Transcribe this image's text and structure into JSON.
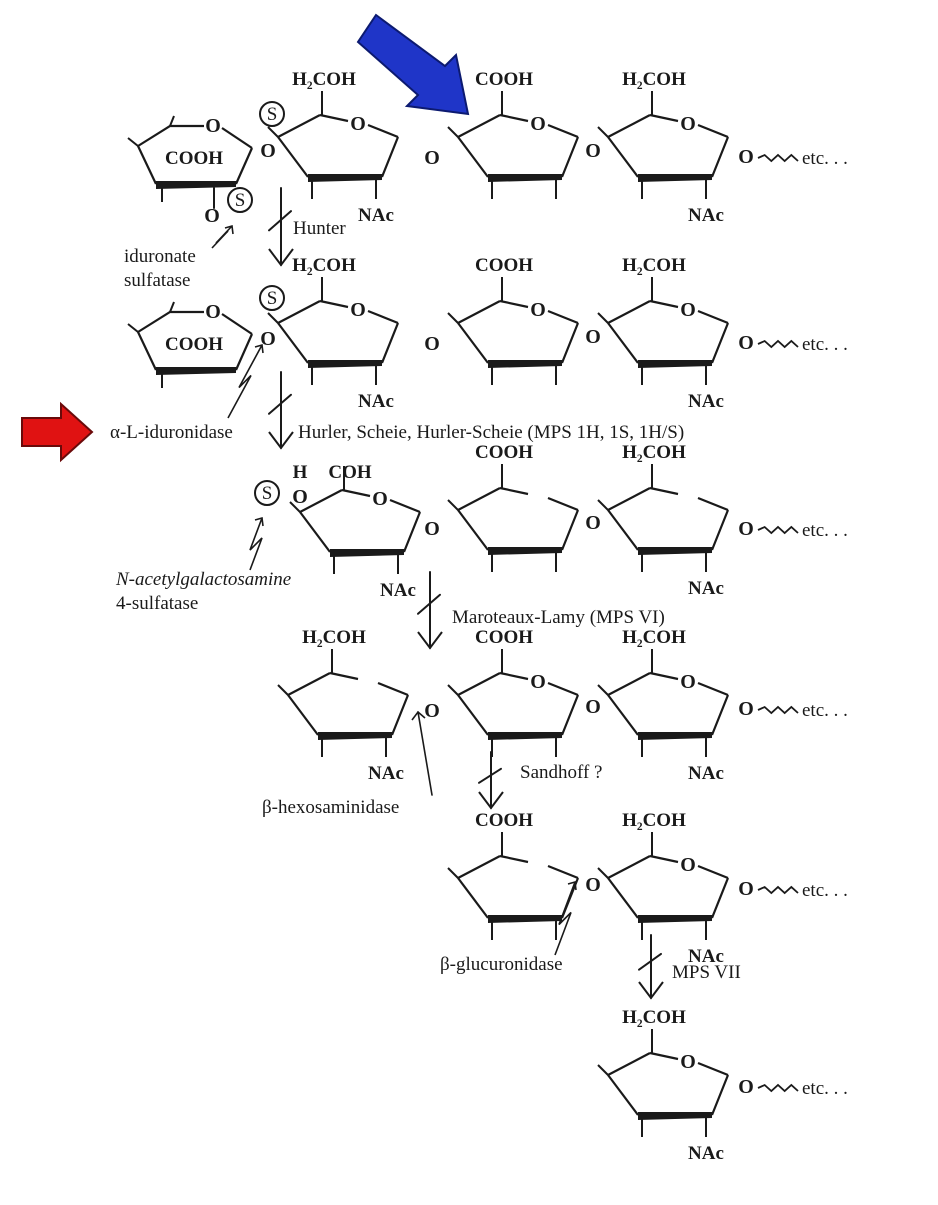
{
  "colors": {
    "blue_arrow": "#1f35c8",
    "red_arrow": "#e01212",
    "ink": "#1a1a1a"
  },
  "groups": {
    "h2coh": "H₂COH",
    "cooh": "COOH",
    "nac": "NAc",
    "oxygen": "O",
    "sulfate": "S",
    "etc": "etc. . .",
    "h_cooh_h": "H",
    "h_cooh_coh": "COH"
  },
  "enzymes": {
    "iduronate_sulfatase": [
      "iduronate",
      "sulfatase"
    ],
    "alpha_l_iduronidase": "α-L-iduronidase",
    "galnac_4_sulfatase": [
      "N-acetylgalactosamine",
      "4-sulfatase"
    ],
    "beta_hexosaminidase": "β-hexosaminidase",
    "beta_glucuronidase": "β-glucuronidase"
  },
  "diseases": {
    "hunter": "Hunter",
    "hurler": "Hurler, Scheie, Hurler-Scheie (MPS 1H, 1S, 1H/S)",
    "maroteaux_lamy": "Maroteaux-Lamy (MPS VI)",
    "sandhoff": "Sandhoff ?",
    "mps_vii": "MPS VII"
  }
}
